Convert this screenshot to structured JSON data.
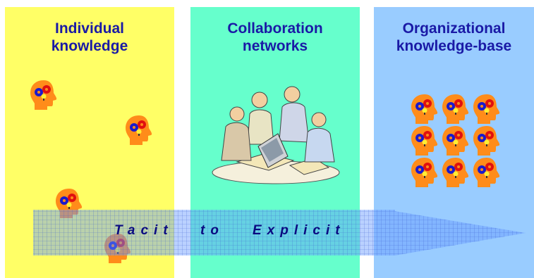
{
  "panels": [
    {
      "title": "Individual\nknowledge",
      "color": "#ffff66"
    },
    {
      "title": "Collaboration\nnetworks",
      "color": "#66ffcc"
    },
    {
      "title": "Organizational\nknowledge-base",
      "color": "#99ccff"
    }
  ],
  "arrow": {
    "words": [
      "Tacit",
      "to",
      "Explicit"
    ],
    "fill_color": "#6699ff"
  },
  "colors": {
    "title_text": "#1a1aa6",
    "head_orange": "#ff8c1a",
    "gear_blue": "#1a1acc",
    "gear_red": "#e01010",
    "bulb_yellow": "#ffee33"
  },
  "icons": [
    "thinking-head-icon",
    "people-collaborating-illustration"
  ]
}
